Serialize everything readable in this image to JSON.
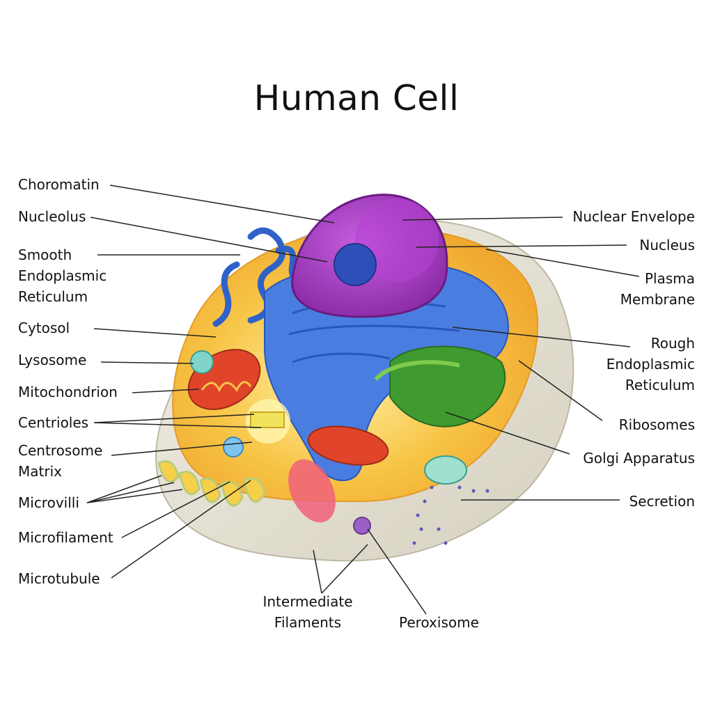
{
  "title": "Human Cell",
  "labels": {
    "choromatin": "Choromatin",
    "nucleolus": "Nucleolus",
    "smooth_er": "Smooth\nEndoplasmic\nReticulum",
    "cytosol": "Cytosol",
    "lysosome": "Lysosome",
    "mitochondrion": "Mitochondrion",
    "centrioles": "Centrioles",
    "centrosome_matrix": "Centrosome\nMatrix",
    "microvilli": "Microvilli",
    "microfilament": "Microfilament",
    "microtubule": "Microtubule",
    "intermediate_filaments": "Intermediate\nFilaments",
    "peroxisome": "Peroxisome",
    "nuclear_envelope": "Nuclear Envelope",
    "nucleus": "Nucleus",
    "plasma_membrane": "Plasma\nMembrane",
    "rough_er": "Rough\nEndoplasmic\nReticulum",
    "ribosomes": "Ribosomes",
    "golgi_apparatus": "Golgi Apparatus",
    "secretion": "Secretion"
  },
  "colors": {
    "membrane_outer": "#e8e4d8",
    "cytosol": "#f7c445",
    "nucleus": "#9b2fb5",
    "nucleolus": "#2f4fb8",
    "rough_er": "#4a7de0",
    "smooth_er": "#2f62c9",
    "mitochondrion": "#e0452a",
    "golgi": "#3f9a2f",
    "lysosome": "#7fd6c8",
    "peroxisome": "#9c5fc7",
    "centrioles": "#f2e35c"
  }
}
